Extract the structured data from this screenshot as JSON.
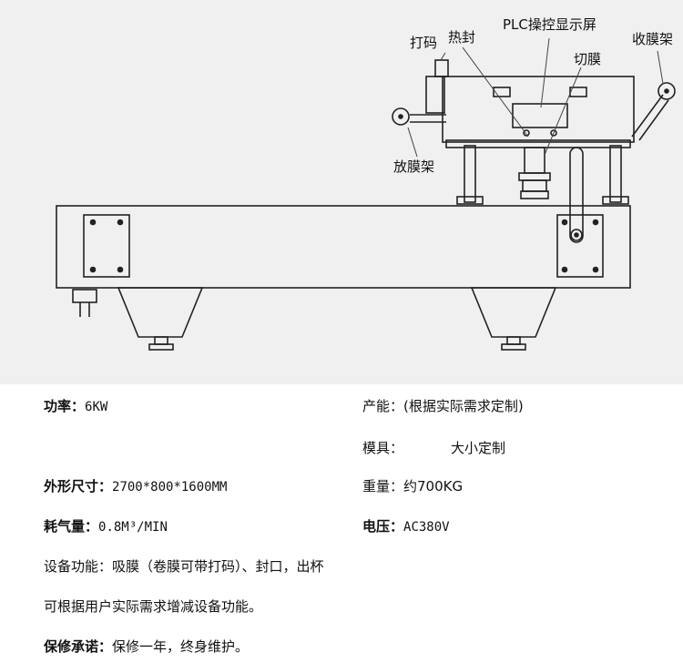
{
  "diagram": {
    "labels": {
      "coding": "打码",
      "heat_seal": "热封",
      "plc_screen": "PLC操控显示屏",
      "film_rewind": "收膜架",
      "film_cut": "切膜",
      "film_unwind": "放膜架"
    }
  },
  "specs": {
    "power": {
      "label": "功率：",
      "value": "6KW"
    },
    "capacity": {
      "label": "产能：",
      "value": "(根据实际需求定制)"
    },
    "mold": {
      "label": "模具：",
      "value": "大小定制"
    },
    "dimensions": {
      "label": "外形尺寸：",
      "value": "2700*800*1600MM"
    },
    "weight": {
      "label": "重量：",
      "value": "约700KG"
    },
    "air": {
      "label": "耗气量：",
      "value": "0.8M³/MIN"
    },
    "voltage": {
      "label": "电压：",
      "value": "AC380V"
    },
    "function": "设备功能：吸膜（卷膜可带打码）、封口，出杯",
    "customize": "可根据用户实际需求增减设备功能。",
    "warranty": {
      "label": "保修承诺：",
      "value": "保修一年，终身维护。"
    }
  }
}
